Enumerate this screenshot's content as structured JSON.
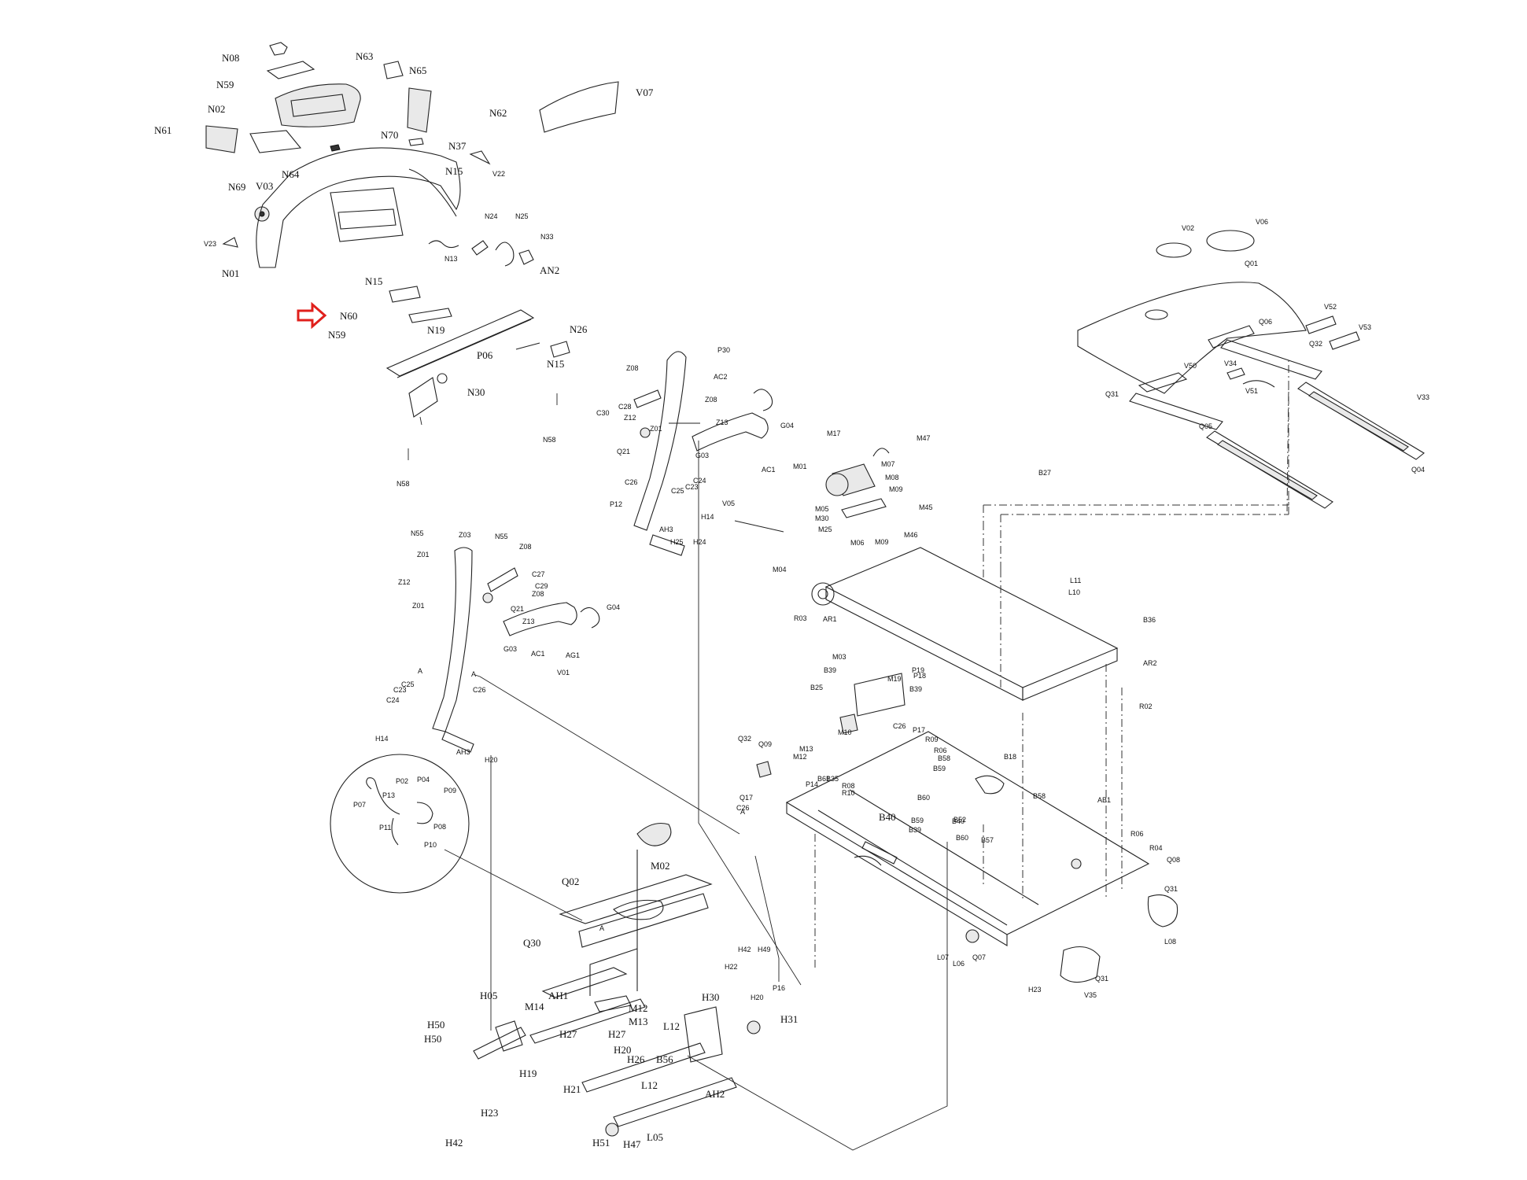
{
  "labels_lg": [
    "N08",
    "N63",
    "N59",
    "N65",
    "V07",
    "N02",
    "N62",
    "N61",
    "N70",
    "N37",
    "N64",
    "N69",
    "V03",
    "N15",
    "N01",
    "N15",
    "N60",
    "N59",
    "AN2",
    "N26",
    "N19",
    "P06",
    "N30",
    "N15",
    "Q02",
    "M02",
    "Q30",
    "H05",
    "AH1",
    "M14",
    "H50",
    "H50",
    "H27",
    "H27",
    "M12",
    "M13",
    "H20",
    "H19",
    "H21",
    "H26",
    "B56",
    "L12",
    "AH2",
    "H23",
    "H42",
    "H51",
    "H47",
    "L05",
    "H30",
    "H31",
    "L12",
    "B40"
  ],
  "labels_sm": [
    "V22",
    "V23",
    "N24",
    "N25",
    "N33",
    "N13",
    "N58",
    "N58",
    "P30",
    "AC2",
    "Z08",
    "C28",
    "Z08",
    "Z12",
    "C30",
    "Z01",
    "Q21",
    "G04",
    "Z13",
    "G03",
    "AC1",
    "C26",
    "C24",
    "C25",
    "C23",
    "P12",
    "V05",
    "H14",
    "AH3",
    "H25",
    "H24",
    "N55",
    "Z03",
    "N55",
    "Z08",
    "Z01",
    "C27",
    "Z12",
    "C29",
    "Z08",
    "Z01",
    "Q21",
    "G04",
    "Z13",
    "AC1",
    "G03",
    "AG1",
    "V01",
    "C25",
    "C23",
    "C24",
    "C26",
    "H14",
    "AH3",
    "H20",
    "P07",
    "P02",
    "P04",
    "P09",
    "P13",
    "P11",
    "P08",
    "P10",
    "M17",
    "M47",
    "M01",
    "M07",
    "M08",
    "M09",
    "M05",
    "M30",
    "M25",
    "M06",
    "M09",
    "M45",
    "M46",
    "V02",
    "V06",
    "Q01",
    "V52",
    "Q06",
    "V53",
    "Q32",
    "V50",
    "V34",
    "V51",
    "V33",
    "Q31",
    "Q05",
    "Q04",
    "B27",
    "L11",
    "L10",
    "B36",
    "M04",
    "R03",
    "AR1",
    "AR2",
    "R02",
    "M03",
    "B39",
    "B25",
    "M19",
    "P19",
    "P18",
    "B39",
    "M10",
    "C26",
    "P17",
    "R09",
    "R06",
    "B58",
    "B59",
    "Q32",
    "Q09",
    "M13",
    "M12",
    "B61",
    "B35",
    "R08",
    "R10",
    "P14",
    "Q17",
    "C26",
    "B60",
    "B40",
    "B18",
    "B58",
    "AB1",
    "B52",
    "B57",
    "B59",
    "B39",
    "B60",
    "R06",
    "R04",
    "Q08",
    "Q31",
    "L08",
    "L07",
    "L06",
    "Q07",
    "Q31",
    "V35",
    "H23",
    "H42",
    "H49",
    "H22",
    "H20",
    "P16",
    "A",
    "A",
    "A",
    "A"
  ]
}
